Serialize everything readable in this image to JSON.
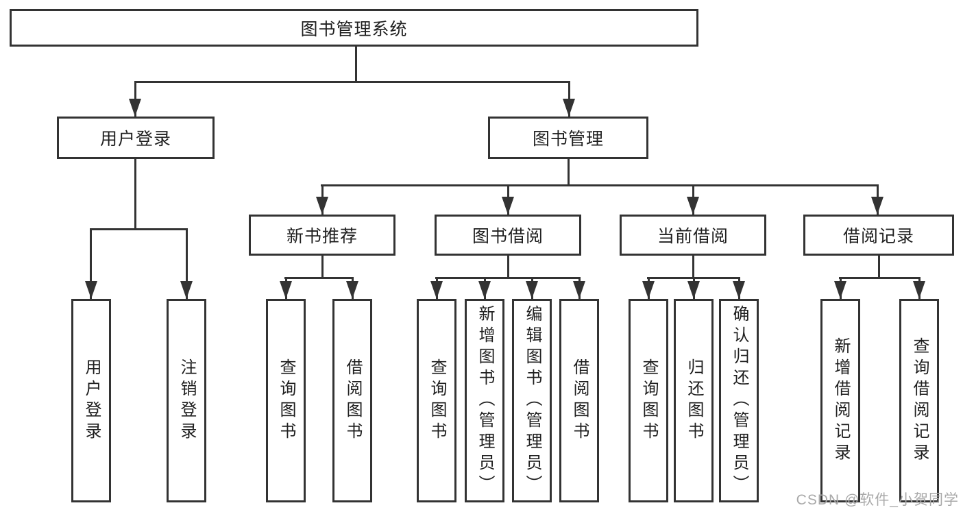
{
  "colors": {
    "line": "#333333",
    "text": "#1f1f1f",
    "box_fill": "#ffffff",
    "canvas_bg": "#ffffff",
    "watermark": "#a9a9a9"
  },
  "watermark": "CSDN @软件_小贺同学",
  "tree": {
    "root": "图书管理系统",
    "user_login": {
      "label": "用户登录",
      "children": [
        "用户登录",
        "注销登录"
      ]
    },
    "book_mgmt": {
      "label": "图书管理",
      "groups": [
        {
          "label": "新书推荐",
          "children": [
            "查询图书",
            "借阅图书"
          ]
        },
        {
          "label": "图书借阅",
          "children": [
            "查询图书",
            "新增图书（管理员）",
            "编辑图书（管理员）",
            "借阅图书"
          ]
        },
        {
          "label": "当前借阅",
          "children": [
            "查询图书",
            "归还图书",
            "确认归还（管理员）"
          ]
        },
        {
          "label": "借阅记录",
          "children": [
            "新增借阅记录",
            "查询借阅记录"
          ]
        }
      ]
    }
  }
}
